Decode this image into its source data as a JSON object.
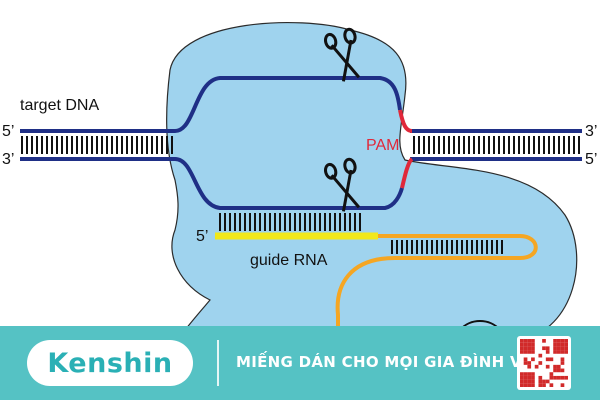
{
  "diagram": {
    "target_dna_label": "target DNA",
    "pam_label": "PAM",
    "guide_rna_label": "guide RNA",
    "five_prime_left": "5’",
    "three_prime_left": "3’",
    "three_prime_right": "3’",
    "five_prime_right": "5’",
    "five_prime_guide": "5’"
  },
  "footer": {
    "brand": "Kenshin",
    "tagline": "MIẾNG DÁN CHO MỌI GIA ĐÌNH VIỆT"
  },
  "colors": {
    "cas9_fill": "#9fd3ee",
    "cas9_stroke": "#2b2b2b",
    "dna_strand": "#1f2f86",
    "pam": "#e0283a",
    "guide_rna": "#f2e81a",
    "rna_loop": "#f5a623",
    "footer_bg": "#55c2c4",
    "brand_text": "#2ab0b5"
  },
  "icons": [
    "scissors-icon-top",
    "scissors-icon-bottom",
    "qr-code-icon"
  ]
}
